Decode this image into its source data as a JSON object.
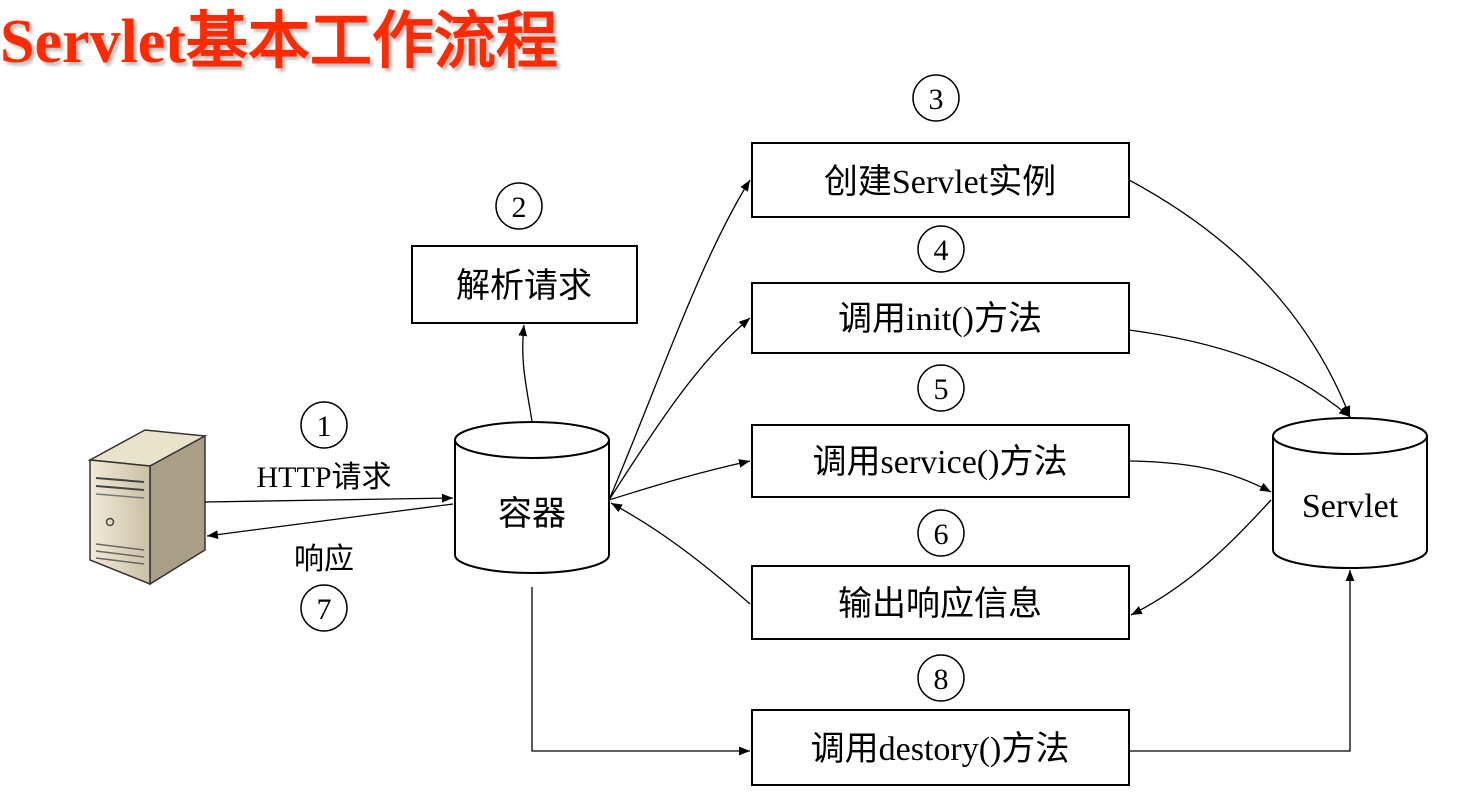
{
  "title": "Servlet基本工作流程",
  "nodes": {
    "server": {
      "label": ""
    },
    "container": {
      "label": "容器"
    },
    "servlet": {
      "label": "Servlet"
    },
    "parse": {
      "label": "解析请求"
    },
    "create": {
      "label": "创建Servlet实例"
    },
    "init": {
      "label": "调用init()方法"
    },
    "service": {
      "label": "调用service()方法"
    },
    "output": {
      "label": "输出响应信息"
    },
    "destroy": {
      "label": "调用destory()方法"
    }
  },
  "edges": {
    "request_label": "HTTP请求",
    "response_label": "响应"
  },
  "steps": [
    "1",
    "2",
    "3",
    "4",
    "5",
    "6",
    "7",
    "8"
  ],
  "icons": {
    "server": "server-tower-icon"
  }
}
